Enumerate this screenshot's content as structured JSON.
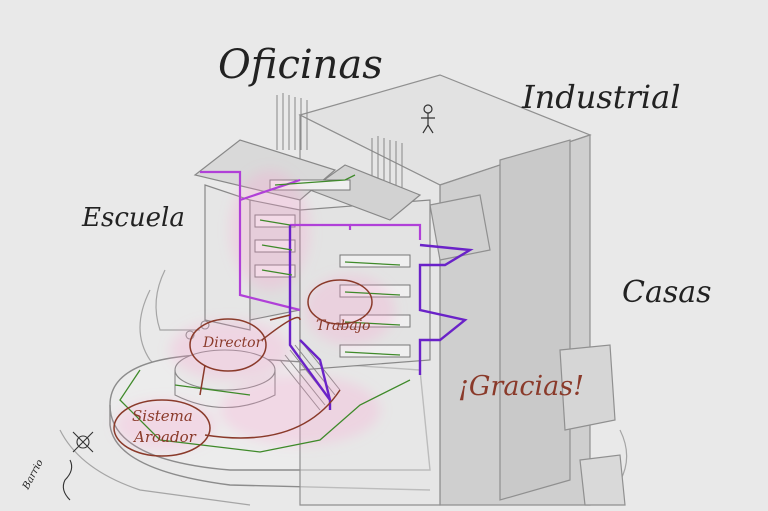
{
  "labels": {
    "oficinas": "Oficinas",
    "industrial": "Industrial",
    "escuela": "Escuela",
    "casas": "Casas",
    "gracias": "¡Gracias!",
    "director": "Director",
    "trabajo": "Trabajo",
    "sistema_line1": "Sistema",
    "sistema_line2": "Aroador",
    "barrio": "Barrio"
  },
  "colors": {
    "background": "#e9e9e9",
    "pencil": "#8c8c8c",
    "magenta": "#b040d8",
    "purple": "#6a22c8",
    "green": "#3f8a2a",
    "pink_highlight": "#ff9ad0",
    "brown_red": "#8a3a2a"
  }
}
